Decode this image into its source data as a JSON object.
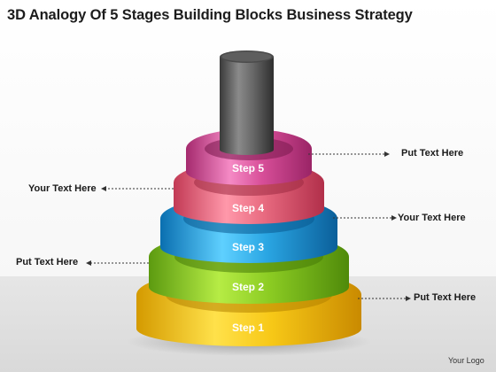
{
  "title": "3D Analogy Of 5 Stages Building Blocks Business Strategy",
  "steps": [
    {
      "label": "Step 1",
      "callout": "Put Text Here",
      "color": "#f3c41a"
    },
    {
      "label": "Step 2",
      "callout": "Put Text Here",
      "color": "#8ccc23"
    },
    {
      "label": "Step 3",
      "callout": "Your Text Here",
      "color": "#2aa6e3"
    },
    {
      "label": "Step 4",
      "callout": "Your Text Here",
      "color": "#e86a80"
    },
    {
      "label": "Step 5",
      "callout": "Put Text Here",
      "color": "#d84f99"
    }
  ],
  "footer": {
    "logo": "Your Logo"
  },
  "pole_color": "#5a5a5a"
}
